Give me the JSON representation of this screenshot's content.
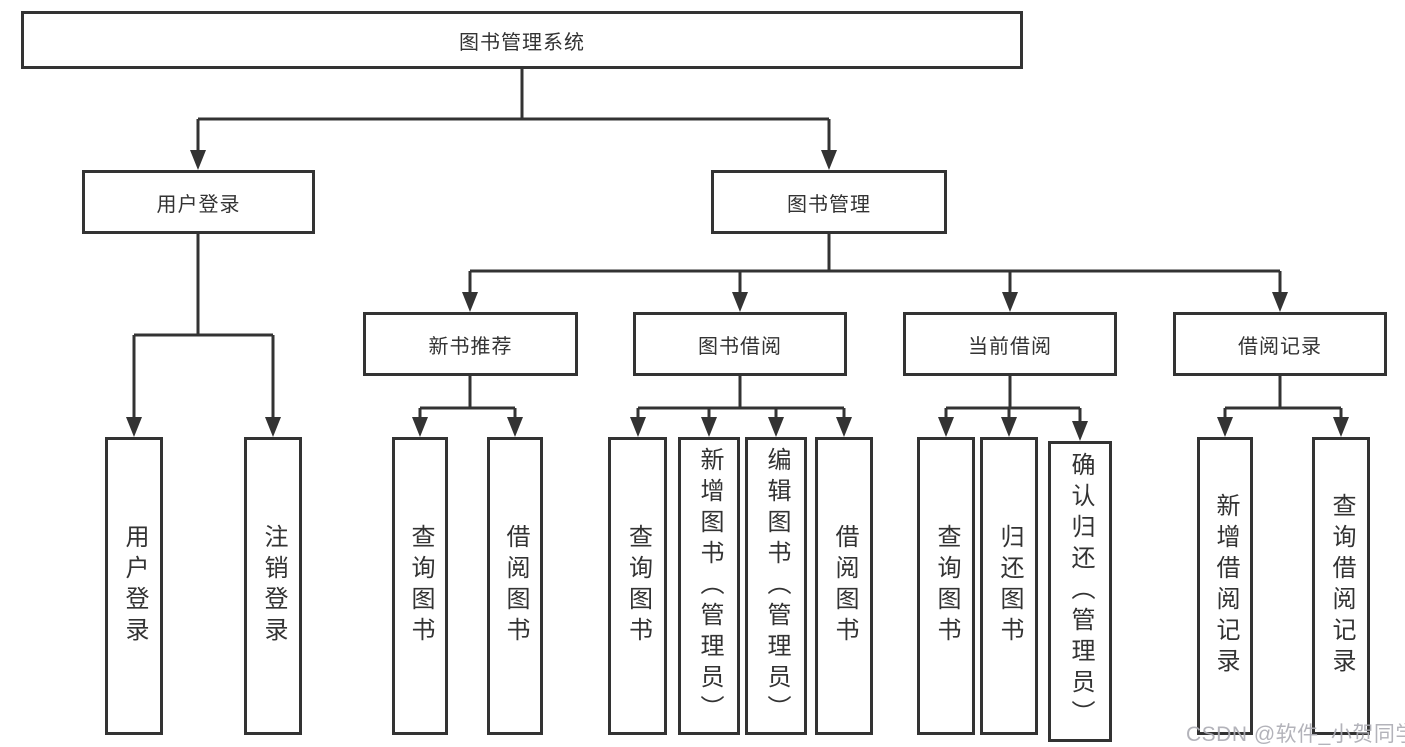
{
  "colors": {
    "line": "#333333",
    "text": "#333333",
    "background": "#ffffff",
    "watermark": "#adadb4"
  },
  "watermark": {
    "text": "CSDN @软件_小贺同学"
  },
  "tree": {
    "root": "图书管理系统",
    "branches": [
      {
        "label": "用户登录",
        "leaves": [
          "用户登录",
          "注销登录"
        ]
      },
      {
        "label": "图书管理",
        "groups": [
          {
            "label": "新书推荐",
            "leaves": [
              "查询图书",
              "借阅图书"
            ]
          },
          {
            "label": "图书借阅",
            "leaves": [
              "查询图书",
              "新增图书（管理员）",
              "编辑图书（管理员）",
              "借阅图书"
            ]
          },
          {
            "label": "当前借阅",
            "leaves": [
              "查询图书",
              "归还图书",
              "确认归还（管理员）"
            ]
          },
          {
            "label": "借阅记录",
            "leaves": [
              "新增借阅记录",
              "查询借阅记录"
            ]
          }
        ]
      }
    ]
  }
}
